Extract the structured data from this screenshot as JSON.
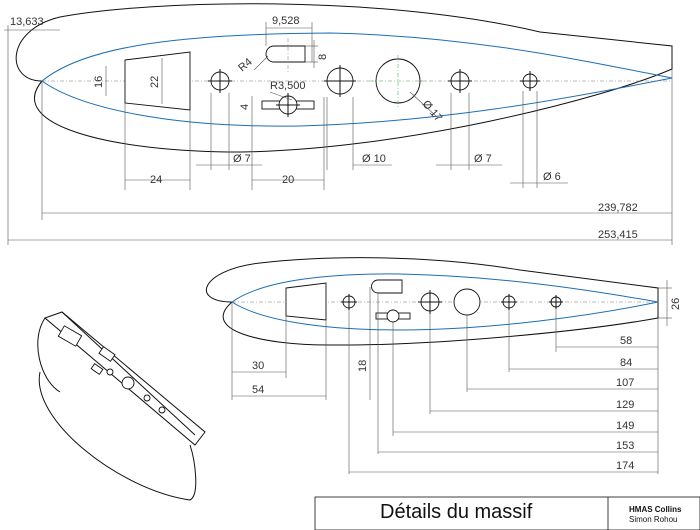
{
  "title_block": {
    "title": "Détails du massif",
    "project": "HMAS Collins",
    "author": "Simon Rohou"
  },
  "top_view_dims": {
    "d_13_633": "13,633",
    "d_9_528": "9,528",
    "r4": "R4",
    "d_16": "16",
    "d_22": "22",
    "d_8": "8",
    "r3_500": "R3,500",
    "d_4": "4",
    "d_phi17": "Ø 17",
    "d_phi7_a": "Ø 7",
    "d_phi10": "Ø 10",
    "d_phi7_b": "Ø 7",
    "d_phi6": "Ø 6",
    "d_24": "24",
    "d_20": "20",
    "d_239_782": "239,782",
    "d_253_415": "253,415"
  },
  "bottom_view_dims": {
    "d_26": "26",
    "d_18": "18",
    "d_30": "30",
    "d_54": "54",
    "d_58": "58",
    "d_84": "84",
    "d_107": "107",
    "d_129": "129",
    "d_149": "149",
    "d_153": "153",
    "d_174": "174"
  }
}
